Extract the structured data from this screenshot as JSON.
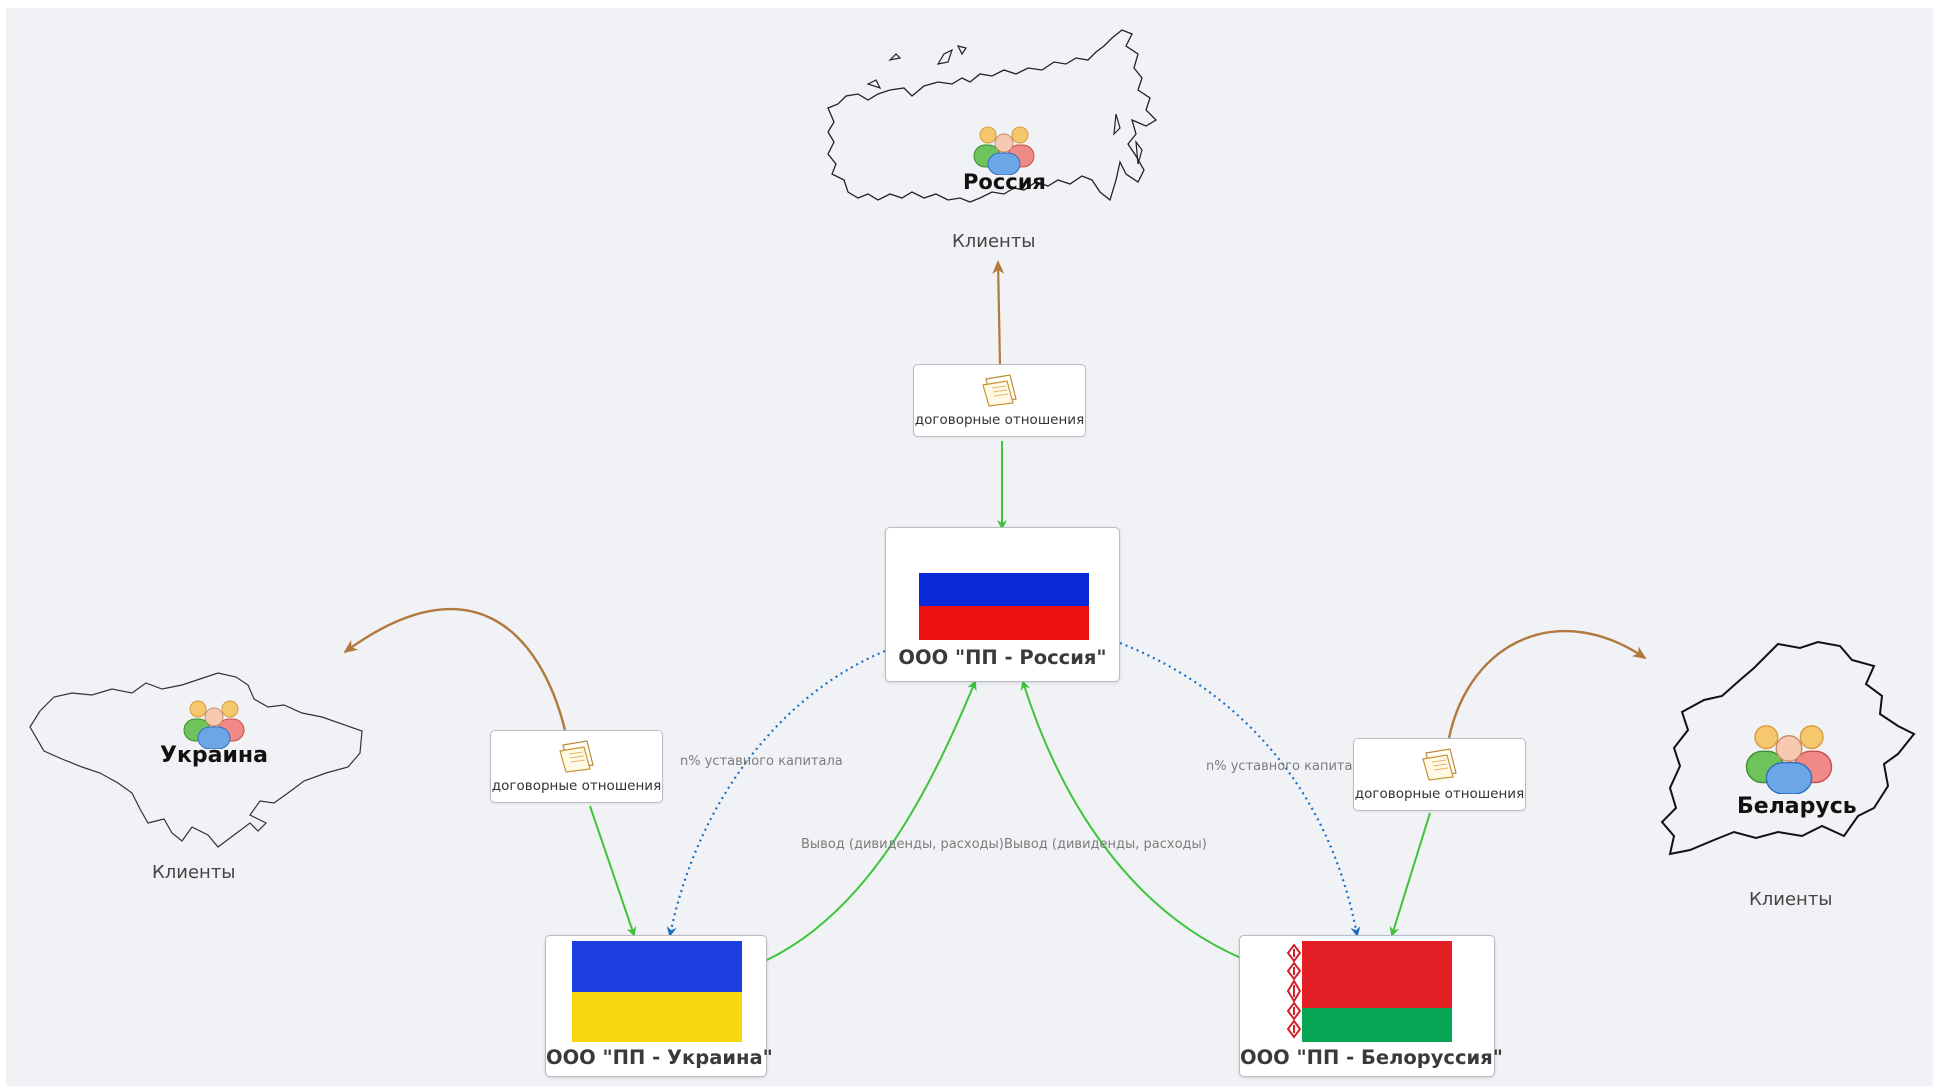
{
  "nodes": {
    "russia": {
      "company": "ООО \"ПП - Россия\"",
      "country": "Россия",
      "clients": "Клиенты",
      "contract": "договорные отношения"
    },
    "ukraine": {
      "company": "ООО \"ПП - Украина\"",
      "country": "Украина",
      "clients": "Клиенты",
      "contract": "договорные отношения"
    },
    "belarus": {
      "company": "ООО \"ПП - Белоруссия\"",
      "country": "Беларусь",
      "clients": "Клиенты",
      "contract": "договорные отношения"
    }
  },
  "edges": {
    "capital_left": "n% уставного капитала",
    "capital_right": "n% уставного капитала",
    "dividends_left": "Вывод (дивиденды, расходы)",
    "dividends_right": "Вывод (дивиденды, расходы)"
  },
  "colors": {
    "background": "#f1f2f5",
    "green_arrow": "#3cc43a",
    "brown_arrow": "#b07a3f",
    "blue_dotted": "#1d6fc6",
    "ru_white": "#ffffff",
    "ru_blue": "#0a29d8",
    "ru_red": "#ee1111",
    "ua_blue": "#1c3ee0",
    "ua_yellow": "#f7d70f",
    "by_red": "#e31e24",
    "by_green": "#05a553"
  },
  "icons": [
    "document-icon",
    "people-group-icon",
    "russia-map-outline",
    "ukraine-map-outline",
    "belarus-map-outline"
  ]
}
